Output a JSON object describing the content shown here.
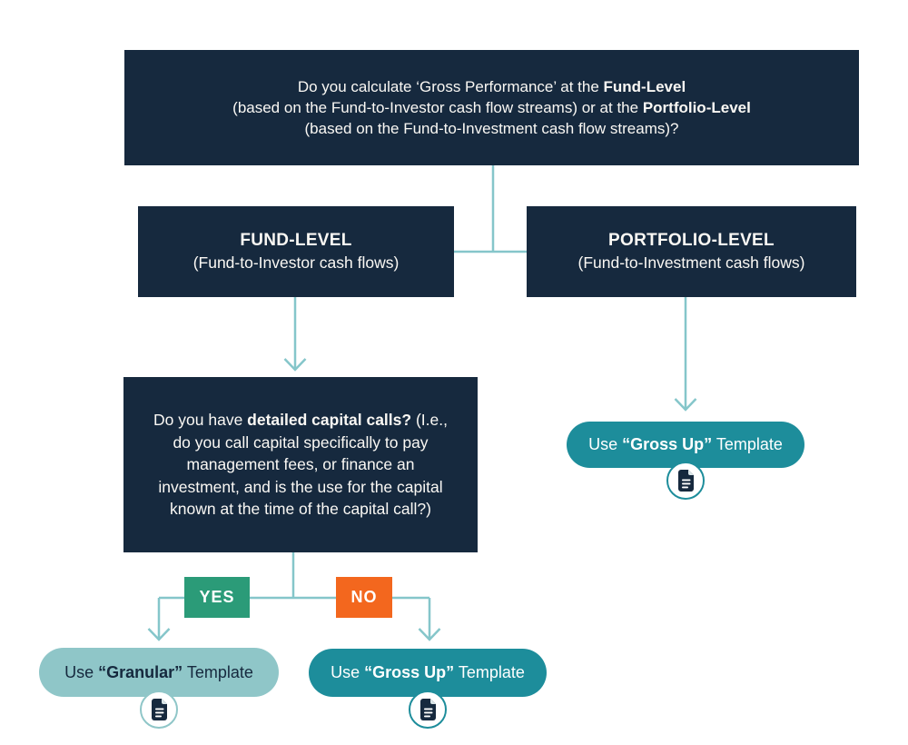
{
  "colors": {
    "navy": "#16293E",
    "teal": "#1D8D9B",
    "teal_light": "#8FC6C8",
    "line": "#85C6CA",
    "green": "#2B9B78",
    "orange": "#F3671E",
    "text_light": "#FAF8F4"
  },
  "top_question": {
    "line1": {
      "text": "Do you calculate ‘Gross Performance’ at the ",
      "bold": "Fund-Level"
    },
    "line2": {
      "text": "(based on the Fund-to-Investor cash flow streams) or at the ",
      "bold": "Portfolio-Level"
    },
    "line3": {
      "text": "(based on the Fund-to-Investment cash flow streams)?"
    }
  },
  "fund_level": {
    "title": "FUND-LEVEL",
    "subtitle": "(Fund-to-Investor cash flows)"
  },
  "portfolio_level": {
    "title": "PORTFOLIO-LEVEL",
    "subtitle": "(Fund-to-Investment cash flows)"
  },
  "capital_calls_question": {
    "pre": "Do you have ",
    "bold": "detailed capital calls?",
    "post": " (I.e., do you call capital specifically to pay management fees, or finance an investment, and is the use for the capital known at the time of the capital call?)"
  },
  "branch": {
    "yes": "YES",
    "no": "NO"
  },
  "pills": {
    "granular": {
      "pre": "Use ",
      "bold": "“Granular”",
      "post": " Template"
    },
    "gross_up_bottom": {
      "pre": "Use ",
      "bold": "“Gross Up”",
      "post": " Template"
    },
    "gross_up_right": {
      "pre": "Use ",
      "bold": "“Gross Up”",
      "post": " Template"
    }
  },
  "icons": {
    "pill_badge": "document-icon"
  }
}
